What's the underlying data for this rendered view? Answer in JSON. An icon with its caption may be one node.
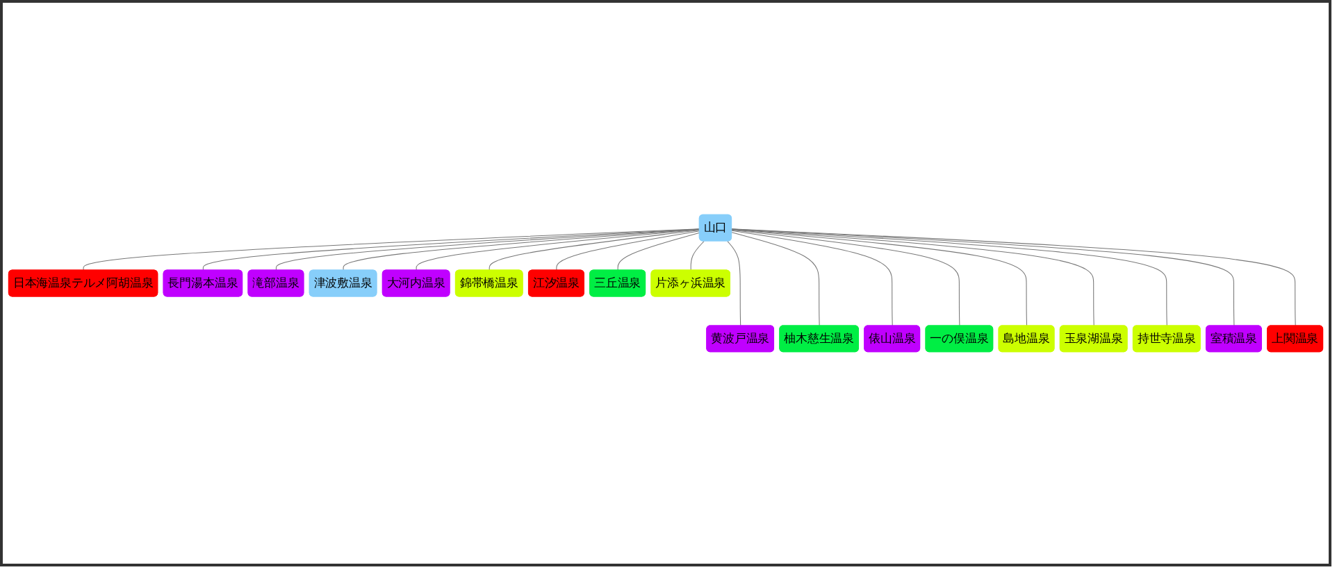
{
  "diagram": {
    "nodes": [
      {
        "text": [
          "山口"
        ]
      },
      {
        "text": [
          "日本海温泉テルメ阿胡温泉"
        ]
      },
      {
        "text": [
          "黄波戸温泉"
        ]
      },
      {
        "text": [
          "長門湯本温泉"
        ]
      },
      {
        "text": [
          "柚木慈生温泉"
        ]
      },
      {
        "text": [
          "滝部温泉"
        ]
      },
      {
        "text": [
          "俵山温泉"
        ]
      },
      {
        "text": [
          "津波敷温泉"
        ]
      },
      {
        "text": [
          "一の俣温泉"
        ]
      },
      {
        "text": [
          "大河内温泉"
        ]
      },
      {
        "text": [
          "島地温泉"
        ]
      },
      {
        "text": [
          "錦帯橋温泉"
        ]
      },
      {
        "text": [
          "玉泉湖温泉"
        ]
      },
      {
        "text": [
          "江汐温泉"
        ]
      },
      {
        "text": [
          "持世寺温泉"
        ]
      },
      {
        "text": [
          "三丘温泉"
        ]
      },
      {
        "text": [
          "室積温泉"
        ]
      },
      {
        "text": [
          "片添ヶ浜温泉"
        ]
      },
      {
        "text": [
          "上関温泉"
        ]
      }
    ],
    "edges": [
      {
        "from": 0,
        "to": 1,
        "arrow": "none"
      },
      {
        "from": 0,
        "to": 2,
        "arrow": "none"
      },
      {
        "from": 0,
        "to": 3,
        "arrow": "none"
      },
      {
        "from": 0,
        "to": 4,
        "arrow": "none"
      },
      {
        "from": 0,
        "to": 5,
        "arrow": "none"
      },
      {
        "from": 0,
        "to": 6,
        "arrow": "none"
      },
      {
        "from": 0,
        "to": 7,
        "arrow": "none"
      },
      {
        "from": 0,
        "to": 8,
        "arrow": "none"
      },
      {
        "from": 0,
        "to": 9,
        "arrow": "none"
      },
      {
        "from": 0,
        "to": 10,
        "arrow": "none"
      },
      {
        "from": 0,
        "to": 11,
        "arrow": "none"
      },
      {
        "from": 0,
        "to": 12,
        "arrow": "none"
      },
      {
        "from": 0,
        "to": 13,
        "arrow": "none"
      },
      {
        "from": 0,
        "to": 14,
        "arrow": "none"
      },
      {
        "from": 0,
        "to": 15,
        "arrow": "none"
      },
      {
        "from": 0,
        "to": 16,
        "arrow": "none"
      },
      {
        "from": 0,
        "to": 17,
        "arrow": "none"
      },
      {
        "from": 0,
        "to": 18,
        "arrow": "none"
      }
    ]
  }
}
